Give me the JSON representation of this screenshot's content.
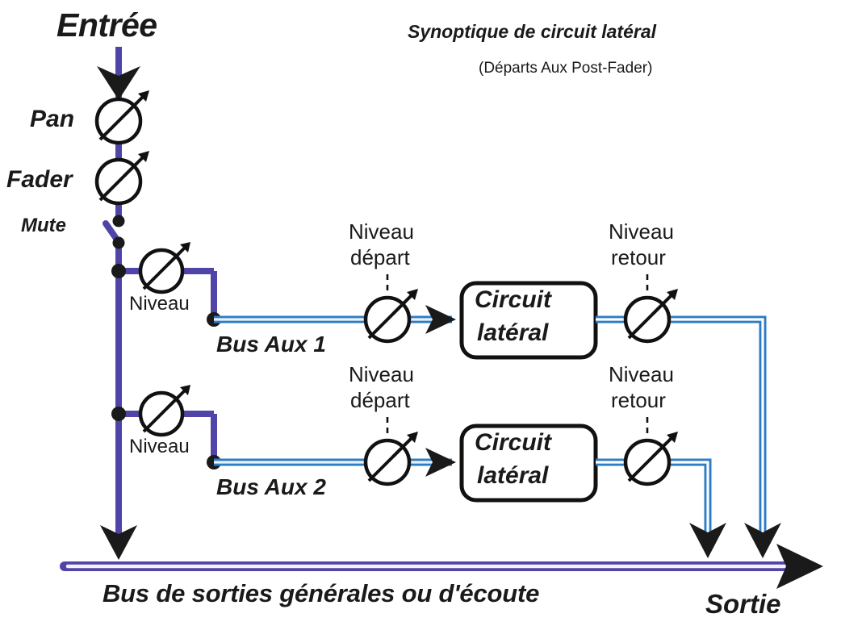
{
  "title": {
    "main": "Synoptique de circuit latéral",
    "subtitle": "(Départs Aux Post-Fader)"
  },
  "labels": {
    "input": "Entrée",
    "pan": "Pan",
    "fader": "Fader",
    "mute": "Mute",
    "niveau_1": "Niveau",
    "niveau_2": "Niveau",
    "bus_aux_1": "Bus Aux 1",
    "bus_aux_2": "Bus Aux 2",
    "niveau_depart_1_line1": "Niveau",
    "niveau_depart_1_line2": "départ",
    "niveau_depart_2_line1": "Niveau",
    "niveau_depart_2_line2": "départ",
    "niveau_retour_1_line1": "Niveau",
    "niveau_retour_1_line2": "retour",
    "niveau_retour_2_line1": "Niveau",
    "niveau_retour_2_line2": "retour",
    "circuit_1_line1": "Circuit",
    "circuit_1_line2": "latéral",
    "circuit_2_line1": "Circuit",
    "circuit_2_line2": "latéral",
    "output_bus": "Bus de sorties générales ou d'écoute",
    "output": "Sortie"
  },
  "colors": {
    "channel_purple": "#4F45A8",
    "aux_blue": "#2D7DC4",
    "aux_blue_light": "#8FC2E8",
    "ink": "#1a1a1a",
    "background": "#ffffff"
  },
  "diagram": {
    "type": "signal-flow",
    "signal_paths": [
      {
        "name": "channel-path",
        "style": "thick-purple",
        "from": "Entrée",
        "to": "Bus de sorties générales ou d'écoute"
      },
      {
        "name": "aux-send-1",
        "style": "double-blue",
        "from": "Bus Aux 1",
        "to": "Circuit latéral"
      },
      {
        "name": "aux-return-1",
        "style": "double-blue",
        "from": "Circuit latéral",
        "to": "Bus de sorties générales ou d'écoute"
      },
      {
        "name": "aux-send-2",
        "style": "double-blue",
        "from": "Bus Aux 2",
        "to": "Circuit latéral"
      },
      {
        "name": "aux-return-2",
        "style": "double-blue",
        "from": "Circuit latéral",
        "to": "Bus de sorties générales ou d'écoute"
      }
    ],
    "controls": [
      "Pan",
      "Fader",
      "Mute",
      "Niveau",
      "Niveau",
      "Niveau départ",
      "Niveau départ",
      "Niveau retour",
      "Niveau retour"
    ],
    "processors": [
      "Circuit latéral",
      "Circuit latéral"
    ]
  }
}
